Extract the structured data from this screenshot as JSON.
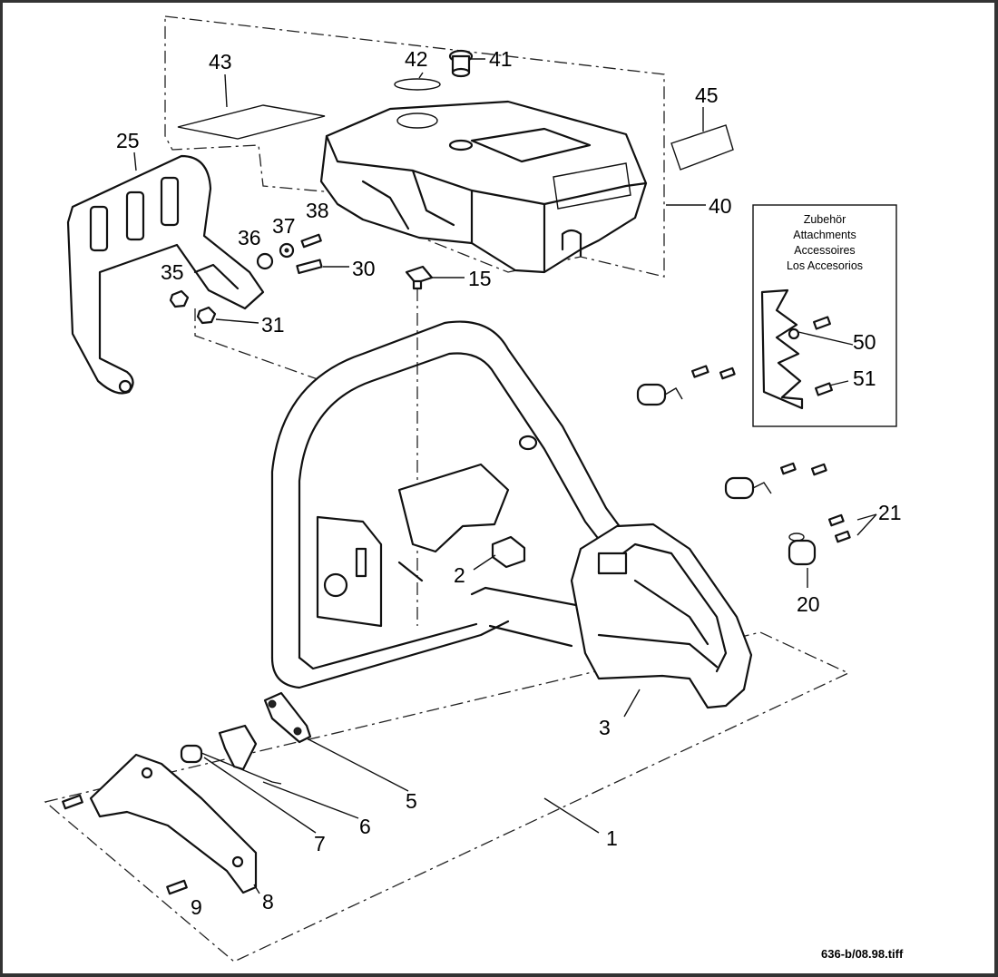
{
  "diagram": {
    "callouts": [
      "1",
      "2",
      "3",
      "5",
      "6",
      "7",
      "8",
      "9",
      "15",
      "20",
      "21",
      "25",
      "30",
      "31",
      "35",
      "36",
      "37",
      "38",
      "40",
      "41",
      "42",
      "43",
      "45",
      "50",
      "51"
    ],
    "attachments_box": {
      "lines": [
        "Zubehör",
        "Attachments",
        "Accessoires",
        "Los Accesorios"
      ]
    },
    "file_reference": "636-b/08.98.tiff"
  }
}
